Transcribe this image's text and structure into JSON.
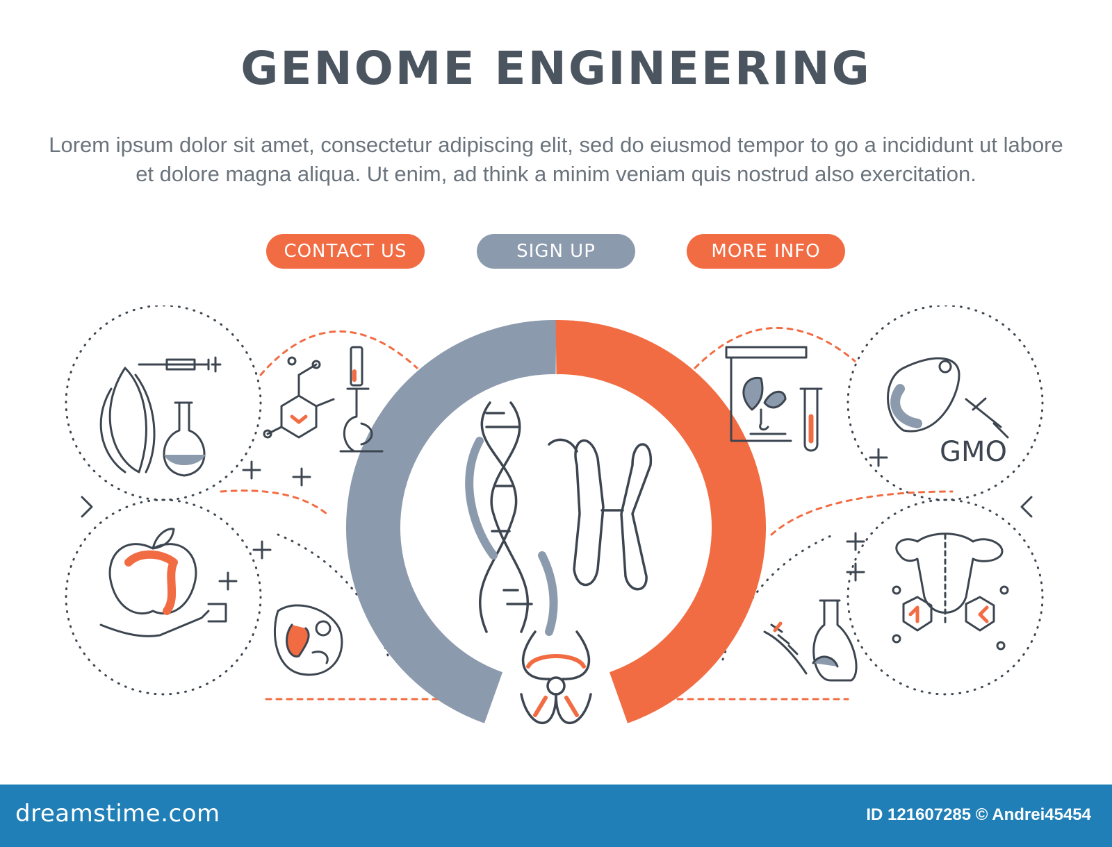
{
  "header": {
    "title": "GENOME ENGINEERING",
    "description": "Lorem ipsum dolor sit amet, consectetur adipiscing elit, sed do eiusmod tempor to go a incididunt ut labore et dolore magna aliqua. Ut enim, ad think a minim veniam quis nostrud also exercitation."
  },
  "buttons": {
    "contact": "CONTACT US",
    "signup": "SIGN UP",
    "more_info": "MORE INFO"
  },
  "illustration": {
    "gmo_label": "GMO",
    "icons": [
      "syringe-icon",
      "flask-icon",
      "molecule-icon",
      "microscope-icon",
      "dna-icon",
      "chromosome-icon",
      "biohazard-icon",
      "apple-hand-icon",
      "cell-icon",
      "plant-test-icon",
      "test-tube-icon",
      "meat-injection-icon",
      "sheep-clone-icon",
      "wheat-flask-icon"
    ]
  },
  "footer": {
    "logo": "dreamstime.com",
    "id_text": "ID 121607285 © Andrei45454"
  },
  "colors": {
    "accent": "#f26c43",
    "grey": "#8c9aad",
    "line": "#3d4650",
    "footer": "#1f7fb6"
  }
}
